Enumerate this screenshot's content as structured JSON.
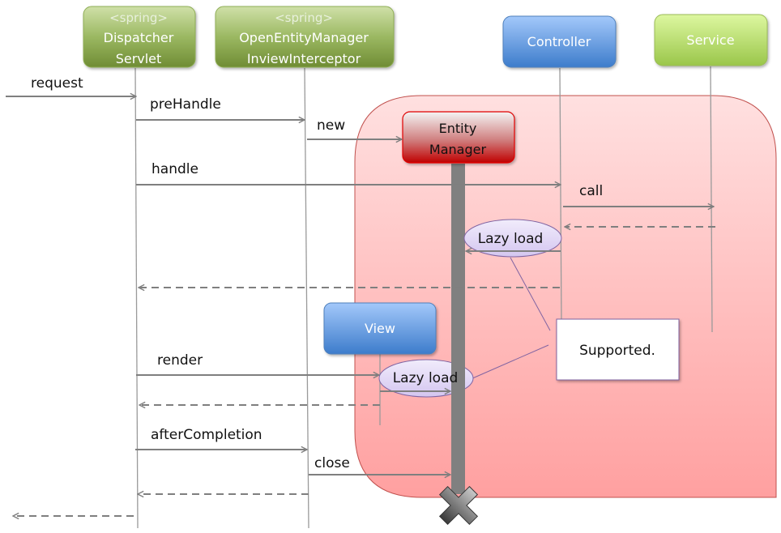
{
  "colors": {
    "spring_green_top": "#c3d69b",
    "spring_green_bottom": "#77933c",
    "blue_top": "#9dc3f7",
    "blue_bottom": "#3f7fcc",
    "service_top": "#dcf59a",
    "service_bottom": "#9bc84a",
    "region_top": "#ffdede",
    "region_bottom": "#ffa3a3",
    "region_border": "#c0504d",
    "entity_top": "#f2f2f2",
    "entity_bottom": "#c00000",
    "lifeline": "#9a9a9a",
    "arrow": "#7f7f7f",
    "activation_bar": "#808080",
    "note_border": "#8064a2",
    "lazy_fill": "#e5dcf5",
    "lazy_border": "#8064a2"
  },
  "participants": {
    "dispatcher": {
      "stereotype": "<spring>",
      "line1": "Dispatcher",
      "line2": "Servlet"
    },
    "interceptor": {
      "stereotype": "<spring>",
      "line1": "OpenEntityManager",
      "line2": "InviewInterceptor"
    },
    "controller": {
      "label": "Controller"
    },
    "service": {
      "label": "Service"
    },
    "entity_manager": {
      "line1": "Entity",
      "line2": "Manager"
    },
    "view": {
      "label": "View"
    }
  },
  "messages": {
    "request": "request",
    "prehandle": "preHandle",
    "new": "new",
    "handle": "handle",
    "call": "call",
    "render": "render",
    "after_completion": "afterCompletion",
    "close": "close"
  },
  "lazy_load_1": "Lazy load",
  "lazy_load_2": "Lazy load",
  "note": "Supported."
}
